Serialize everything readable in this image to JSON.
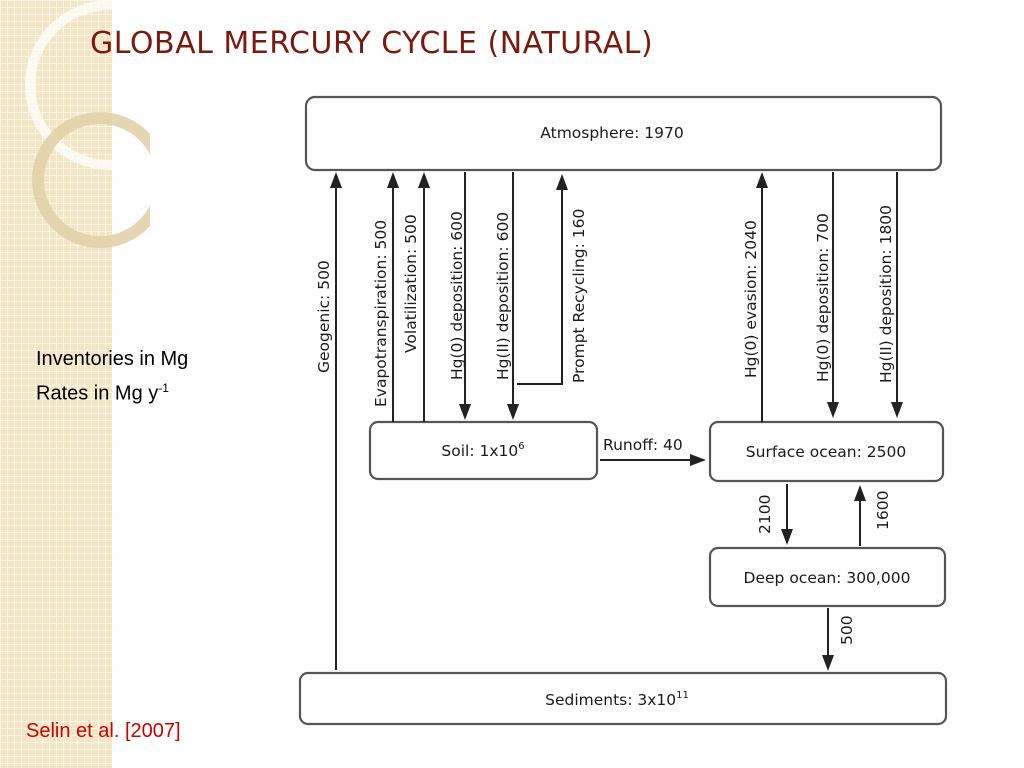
{
  "title": "GLOBAL MERCURY CYCLE (NATURAL)",
  "notes": {
    "inventories": "Inventories in Mg",
    "rates_prefix": "Rates in Mg y",
    "rates_exp": "-1"
  },
  "citation": "Selin et al. [2007]",
  "reservoirs": {
    "atmosphere": "Atmosphere: 1970",
    "soil_prefix": "Soil: 1x10",
    "soil_exp": "6",
    "surface_ocean": "Surface ocean: 2500",
    "deep_ocean": "Deep ocean: 300,000",
    "sediments_prefix": "Sediments: 3x10",
    "sediments_exp": "11"
  },
  "fluxes": {
    "geogenic": "Geogenic: 500",
    "evapotranspiration": "Evapotranspiration: 500",
    "volatilization": "Volatilization: 500",
    "hg0_deposition_land": "Hg(0) deposition: 600",
    "hgII_deposition_land": "Hg(II) deposition: 600",
    "prompt_recycling": "Prompt Recycling: 160",
    "hg0_evasion": "Hg(0) evasion: 2040",
    "hg0_deposition_ocean": "Hg(0) deposition:  700",
    "hgII_deposition_ocean": "Hg(II) deposition: 1800",
    "runoff": "Runoff: 40",
    "surface_to_deep": "2100",
    "deep_to_surface": "1600",
    "deep_to_sediments": "500"
  },
  "colors": {
    "title": "#7a1a0e",
    "citation": "#cc0000",
    "strip": "#f3e6c4"
  }
}
